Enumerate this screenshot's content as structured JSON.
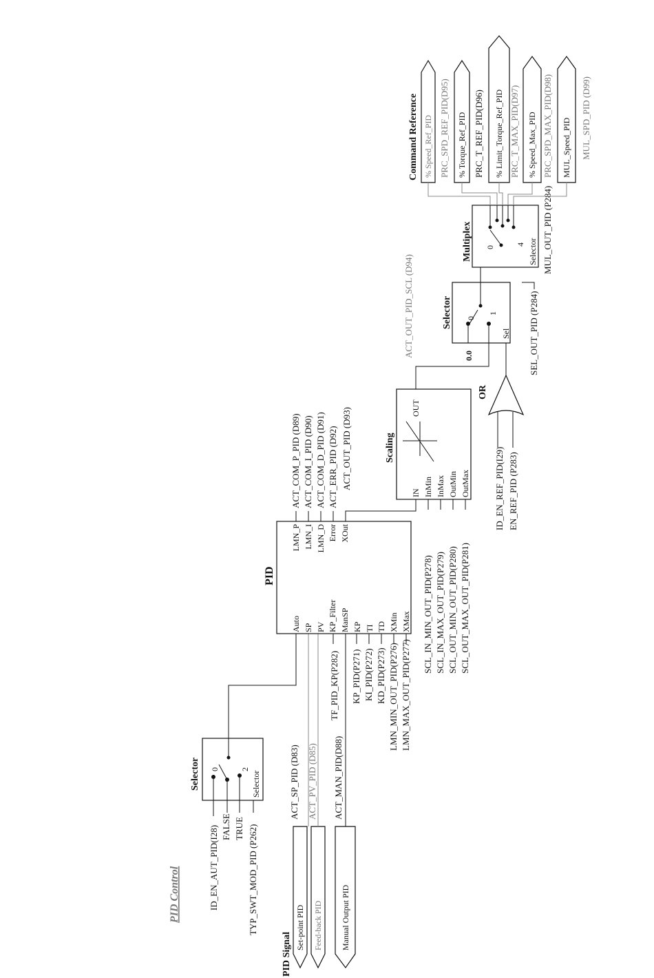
{
  "title": "PID Control",
  "pid_signal": {
    "header": "PID Signal",
    "inputs": [
      "Set-point PID",
      "Feed-back PID",
      "Manual Output PID"
    ],
    "acts": [
      "ACT_SP_PID (D83)",
      "ACT_PV_PID (D85)",
      "ACT_MAN_PID(D88)"
    ]
  },
  "selector1": {
    "title": "Selector",
    "pos0": "0",
    "pos2": "2",
    "sel_label": "Selector",
    "inputs": [
      "ID_EN_AUT_PID(I28)",
      "FALSE",
      "TRUE",
      "TYP_SWT_MOD_PID (P262)"
    ]
  },
  "pid": {
    "title": "PID",
    "in_ports": [
      "Auto",
      "SP",
      "PV",
      "KP_Filter",
      "ManSP",
      "KP",
      "TI",
      "TD",
      "XMin",
      "XMax"
    ],
    "out_ports": [
      "LMN_P",
      "LMN_I",
      "LMN_D",
      "Error",
      "XOut"
    ],
    "outputs": [
      "ACT_COM_P_PID (D89)",
      "ACT_COM_I_PID (D90)",
      "ACT_COM_D_PID (D91)",
      "ACT_ERR_PID (D92)",
      "ACT_OUT_PID (D93)"
    ],
    "params": [
      "TF_PID_KP(P282)",
      "KP_PID(P271)",
      "KI_PID(P272)",
      "KD_PID(P273)",
      "LMN_MIN_OUT_PID(P276)",
      "LMN_MAX_OUT_PID(P277)"
    ]
  },
  "scaling": {
    "title": "Scaling",
    "in_ports": [
      "IN",
      "InMin",
      "InMax",
      "OutMin",
      "OutMax"
    ],
    "out_port": "OUT",
    "params": [
      "SCL_IN_MIN_OUT_PID(P278)",
      "SCL_IN_MAX_OUT_PID(P279)",
      "SCL_OUT_MIN_OUT_PID(P280)",
      "SCL_OUT_MAX_OUT_PID(P281)"
    ],
    "act": "ACT_OUT_PID_SCL (D94)"
  },
  "or_gate": {
    "title": "OR",
    "inputs": [
      "ID_EN_REF_PID(I29)",
      "EN_REF_PID (P283)"
    ]
  },
  "selector2": {
    "title": "Selector",
    "pos0": "0",
    "pos1": "1",
    "zero": "0.0",
    "sel_label": "Sel",
    "param": "SEL_OUT_PID (P284)"
  },
  "multiplex": {
    "title": "Multiplex",
    "pos0": "0",
    "pos4": "4",
    "sel_label": "Selector",
    "param": "MUL_OUT_PID (P284)"
  },
  "command_reference": {
    "header": "Command Reference",
    "outputs": [
      "% Speed_Ref_PID",
      "% Torque_Ref_PID",
      "% Limit_Torque_Ref_PID",
      "% Speed_Max_PID",
      "MUL_Speed_PID"
    ],
    "acts": [
      "PRC_SPD_REF_PID(D95)",
      "PRC_T_REF_PID(D96)",
      "PRC_T_MAX_PID(D97)",
      "PRC_SPD_MAX_PID(D98)",
      "MUL_SPD_PID (D99)"
    ]
  }
}
